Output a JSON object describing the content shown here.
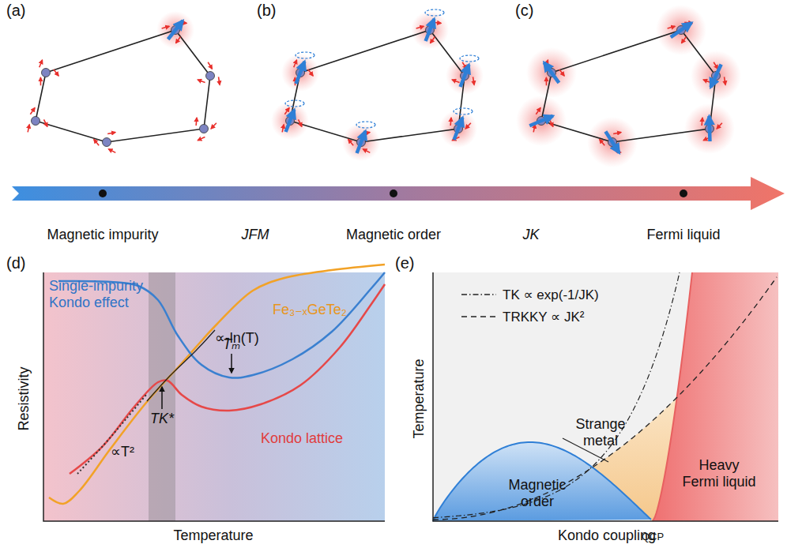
{
  "diagram": {
    "labels": [
      "(a)",
      "(b)",
      "(c)",
      "Magnetic impurity",
      "JFM",
      "Magnetic order",
      "JK",
      "Fermi liquid",
      "(d)",
      "Single-impurity Kondo effect",
      "Fe₃₋ₓGeTe₂",
      "∝-ln(T)",
      "TK*",
      "Tₘ",
      "Kondo lattice",
      "∝T²",
      "Resistivity",
      "Temperature",
      "(e)",
      "Strange metal",
      "Magnetic order",
      "Heavy Fermi liquid",
      "QCP",
      "Temperature",
      "Kondo coupling"
    ],
    "legend": [
      {
        "text": "TK ∝ exp(-1/JK)"
      },
      {
        "text": "TRKKY ∝ JK²"
      }
    ]
  }
}
